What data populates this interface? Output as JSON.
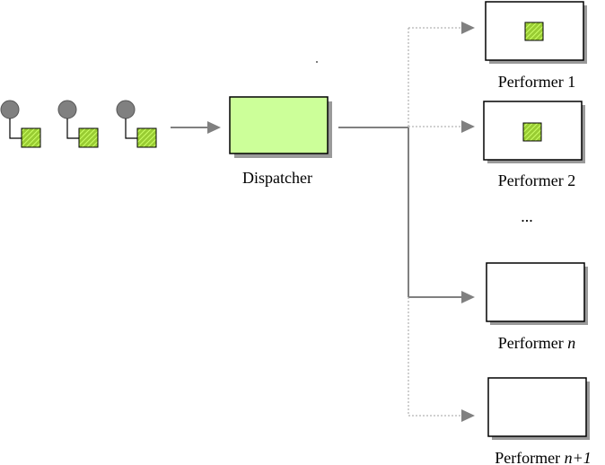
{
  "diagram": {
    "dispatcher": {
      "label": "Dispatcher"
    },
    "performers": [
      {
        "label": "Performer 1",
        "label_var": "",
        "busy": true,
        "link": "dotted"
      },
      {
        "label": "Performer 2",
        "label_var": "",
        "busy": true,
        "link": "dotted"
      },
      {
        "label": "Performer ",
        "label_var": "n",
        "busy": false,
        "link": "solid"
      },
      {
        "label": "Performer ",
        "label_var": "n+1",
        "busy": false,
        "link": "dotted"
      }
    ],
    "ellipsis": "...",
    "messages": [
      {
        "icon": "message-icon"
      },
      {
        "icon": "message-icon"
      },
      {
        "icon": "message-icon"
      }
    ],
    "colors": {
      "dispatcher_fill": "#ccff99",
      "token_fill": "#99cc33",
      "token_hatch": "#ccff66",
      "connector": "#808080",
      "dotted_connector": "#a0a0a0",
      "shadow": "#9a9a9a",
      "box_border": "#000000",
      "message_head": "#808080"
    }
  }
}
